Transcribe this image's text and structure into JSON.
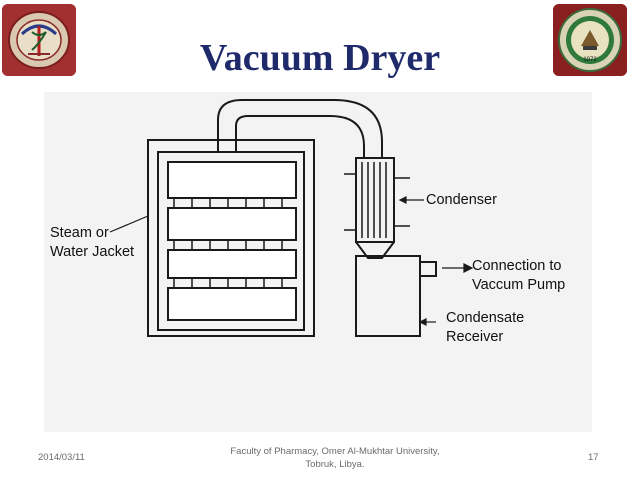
{
  "slide": {
    "title": "Vacuum Dryer",
    "footer_date": "2014/03/11",
    "footer_text_line1": "Faculty of Pharmacy, Omer Al-Mukhtar University,",
    "footer_text_line2": "Tobruk, Libya.",
    "page_number": "17"
  },
  "logos": {
    "left_icon": "faculty-crest-icon",
    "right_icon": "university-seal-icon",
    "right_seal_year": "1972"
  },
  "diagram": {
    "labels": {
      "steam_jacket_line1": "Steam or",
      "steam_jacket_line2": "Water Jacket",
      "condenser": "Condenser",
      "pump_line1": "Connection to",
      "pump_line2": "Vaccum Pump",
      "receiver_line1": "Condensate",
      "receiver_line2": "Receiver"
    }
  },
  "colors": {
    "title": "#1f2a6b",
    "footer": "#6b6b6b",
    "diagram_lines": "#1a1a1a"
  }
}
